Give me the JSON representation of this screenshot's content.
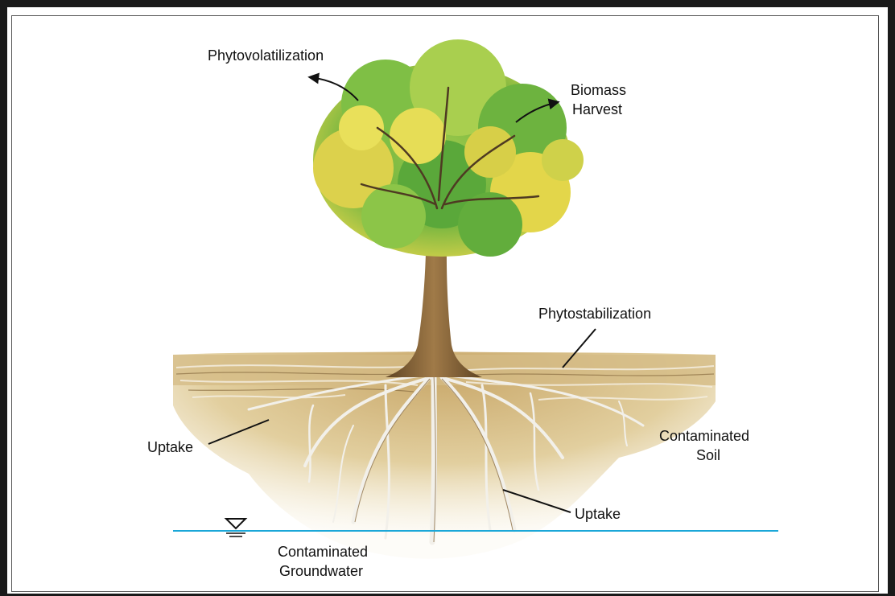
{
  "labels": {
    "phytovolatilization": "Phytovolatilization",
    "biomass_harvest_1": "Biomass",
    "biomass_harvest_2": "Harvest",
    "phytostabilization": "Phytostabilization",
    "uptake_left": "Uptake",
    "uptake_right": "Uptake",
    "contaminated_soil_1": "Contaminated",
    "contaminated_soil_2": "Soil",
    "contaminated_groundwater_1": "Contaminated",
    "contaminated_groundwater_2": "Groundwater"
  },
  "colors": {
    "water_table": "#1ba7d8",
    "soil": "#d9c394",
    "foliage_green": "#5aa83a",
    "foliage_yellow": "#e3d64a",
    "trunk": "#7a5a34"
  },
  "icons": {
    "water_table_symbol": "inverted-triangle-water-table-icon"
  }
}
